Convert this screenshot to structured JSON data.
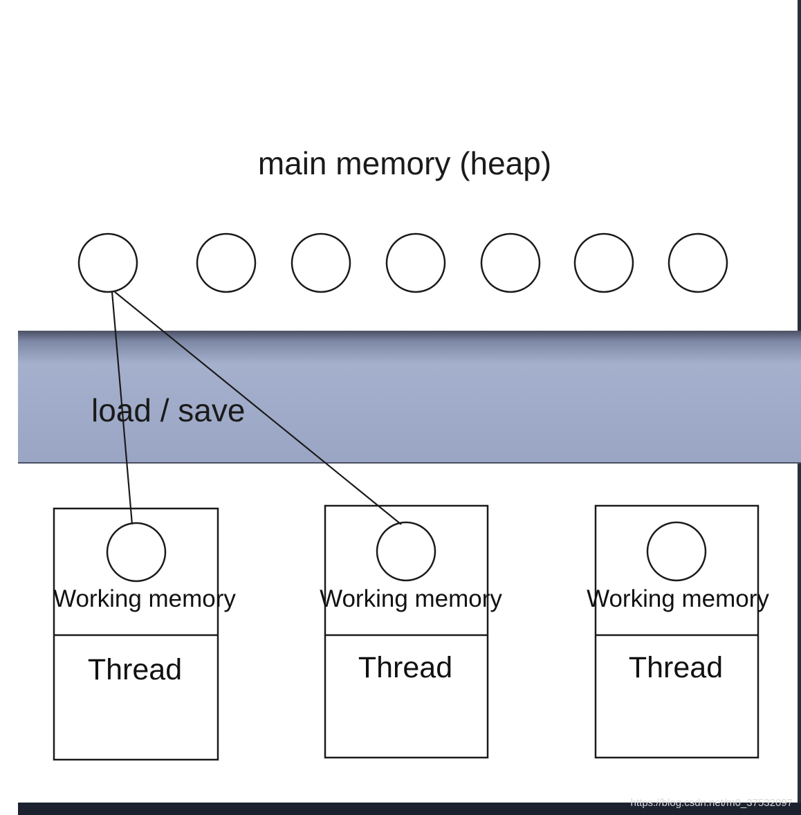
{
  "diagram": {
    "main_memory_label": "main memory (heap)",
    "band_label": "load / save",
    "heap_objects": [
      {
        "id": "h1"
      },
      {
        "id": "h2"
      },
      {
        "id": "h3"
      },
      {
        "id": "h4"
      },
      {
        "id": "h5"
      },
      {
        "id": "h6"
      },
      {
        "id": "h7"
      }
    ],
    "threads": [
      {
        "working_memory_label": "Working memory",
        "thread_label": "Thread"
      },
      {
        "working_memory_label": "Working memory",
        "thread_label": "Thread"
      },
      {
        "working_memory_label": "Working memory",
        "thread_label": "Thread"
      }
    ],
    "links": [
      {
        "from": "heap_objects.0",
        "to": "threads.0"
      },
      {
        "from": "heap_objects.0",
        "to": "threads.1"
      }
    ],
    "watermark": "https://blog.csdn.net/m0_37532097",
    "colors": {
      "band_top": "#5f6880",
      "band_mid": "#a3aecb",
      "band_bottom": "#9aa5c3",
      "frame_dark": "#1c2130",
      "stroke": "#1a1a1a"
    }
  }
}
